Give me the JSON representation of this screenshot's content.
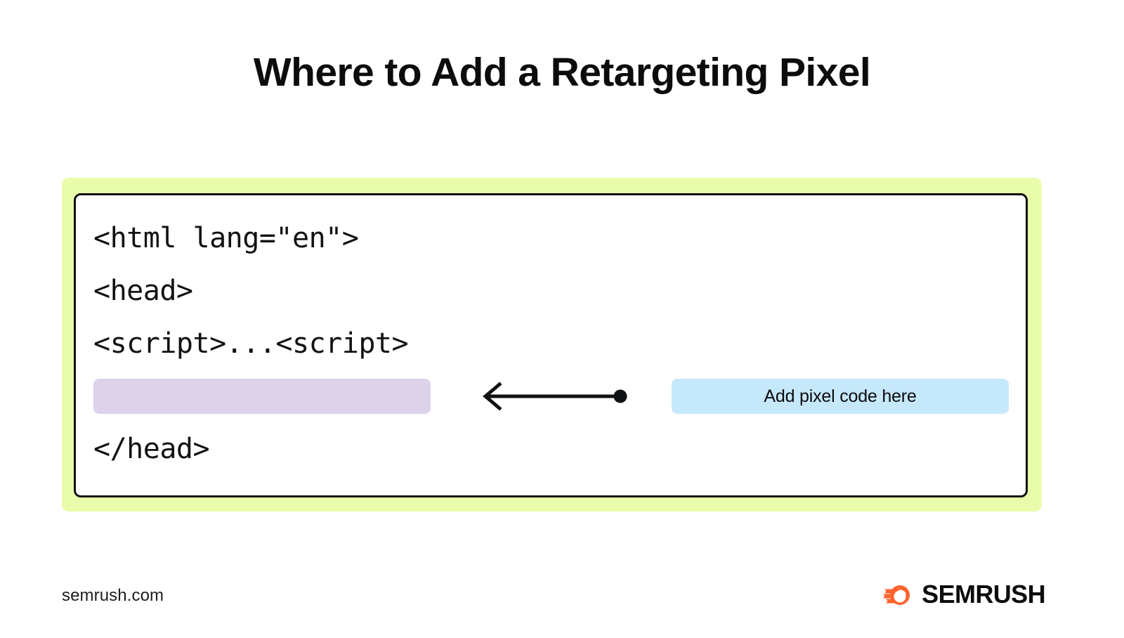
{
  "page": {
    "title": "Where to Add a Retargeting Pixel",
    "background_color": "#ffffff"
  },
  "code_block": {
    "frame_color": "#e9fcab",
    "card_background": "#ffffff",
    "card_border_color": "#111214",
    "lines": [
      "<html lang=\"en\">",
      "<head>",
      "<script>...<script>",
      "</head>"
    ],
    "placeholder_bar": {
      "label": "",
      "color": "#dcd2ea"
    }
  },
  "annotation": {
    "callout_label": "Add pixel code here",
    "callout_color": "#c6e8fb",
    "arrow_direction": "left",
    "arrow_color": "#111214"
  },
  "footer": {
    "url": "semrush.com",
    "brand_name": "SEMRUSH",
    "brand_accent_color": "#ff642d"
  }
}
